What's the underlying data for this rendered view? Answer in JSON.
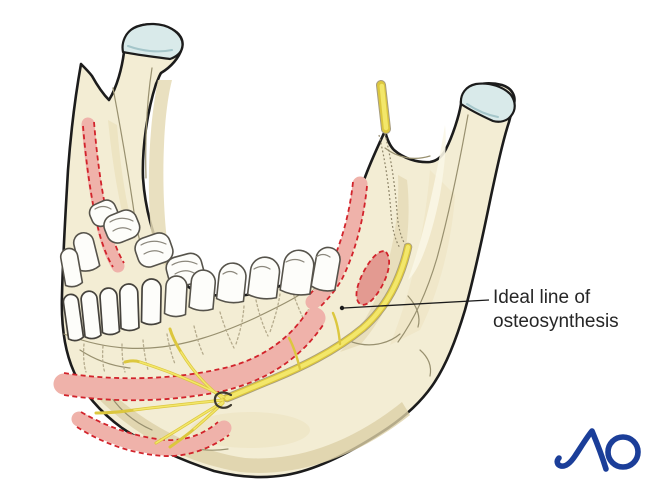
{
  "figure": {
    "label": {
      "line1": "Ideal line of",
      "line2": "osteosynthesis"
    },
    "logo_text": "AO",
    "colors": {
      "bone": "#f3edd4",
      "bone_shade": "#e5dab5",
      "outline": "#1c1c1c",
      "band_pink": "#efb2aa",
      "band_dash_red": "#d2232b",
      "nerve_yellow": "#f3e76a",
      "nerve_yellow_dark": "#dcc73e",
      "cartilage": "#d9eaea",
      "tooth_white": "#fdfdfa",
      "logo_blue": "#1b3e99",
      "label_text": "#262626"
    }
  }
}
